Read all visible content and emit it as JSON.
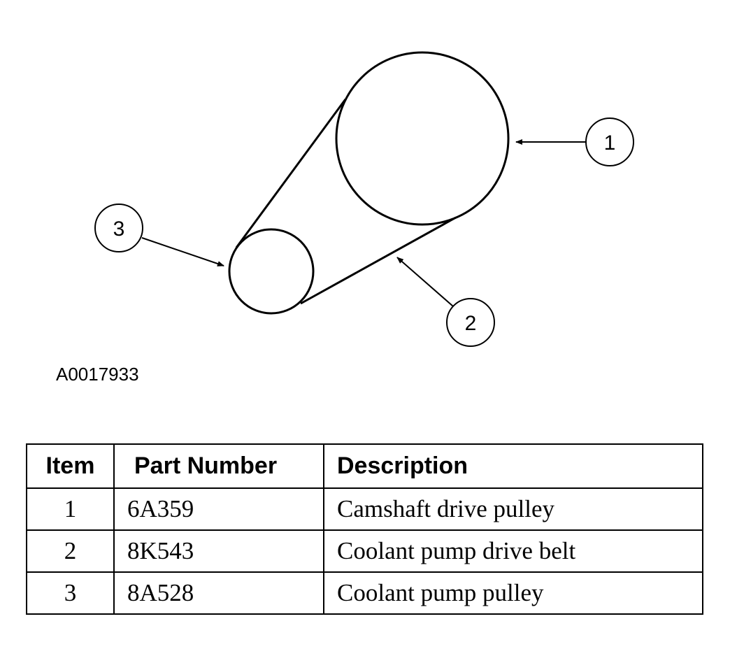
{
  "figure": {
    "code": "A0017933",
    "callouts": [
      "1",
      "2",
      "3"
    ]
  },
  "table": {
    "headers": [
      "Item",
      "Part Number",
      "Description"
    ],
    "rows": [
      {
        "item": "1",
        "part_number": "6A359",
        "description": "Camshaft drive pulley"
      },
      {
        "item": "2",
        "part_number": "8K543",
        "description": "Coolant pump drive belt"
      },
      {
        "item": "3",
        "part_number": "8A528",
        "description": "Coolant pump pulley"
      }
    ]
  }
}
